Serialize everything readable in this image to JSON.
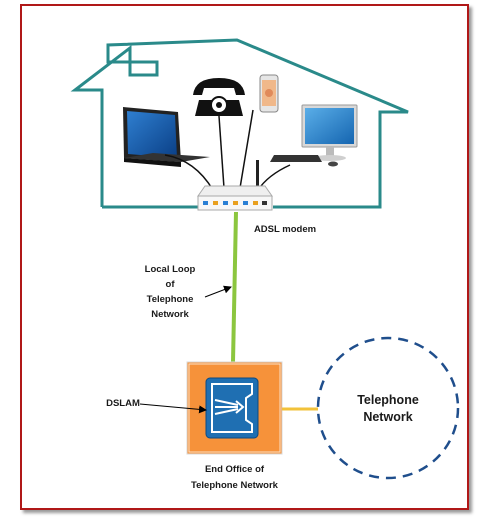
{
  "labels": {
    "adsl_modem": "ADSL modem",
    "local_loop_line1": "Local Loop",
    "local_loop_line2": "of",
    "local_loop_line3": "Telephone",
    "local_loop_line4": "Network",
    "dslam": "DSLAM",
    "telephone_network_line1": "Telephone",
    "telephone_network_line2": "Network",
    "end_office_line1": "End Office of",
    "end_office_line2": "Telephone Network"
  },
  "icons": [
    "house-outline-icon",
    "laptop-icon",
    "telephone-icon",
    "smartphone-icon",
    "desktop-computer-icon",
    "keyboard-icon",
    "adsl-modem-icon",
    "dslam-icon"
  ],
  "colors": {
    "frame": "#b01818",
    "house_outline": "#2a8a8a",
    "local_loop_line": "#8cc63f",
    "trunk_line": "#f2c23a",
    "dslam_box": "#f6923a",
    "dslam_icon": "#1f6fb2",
    "network_circle": "#1f4e8c"
  }
}
